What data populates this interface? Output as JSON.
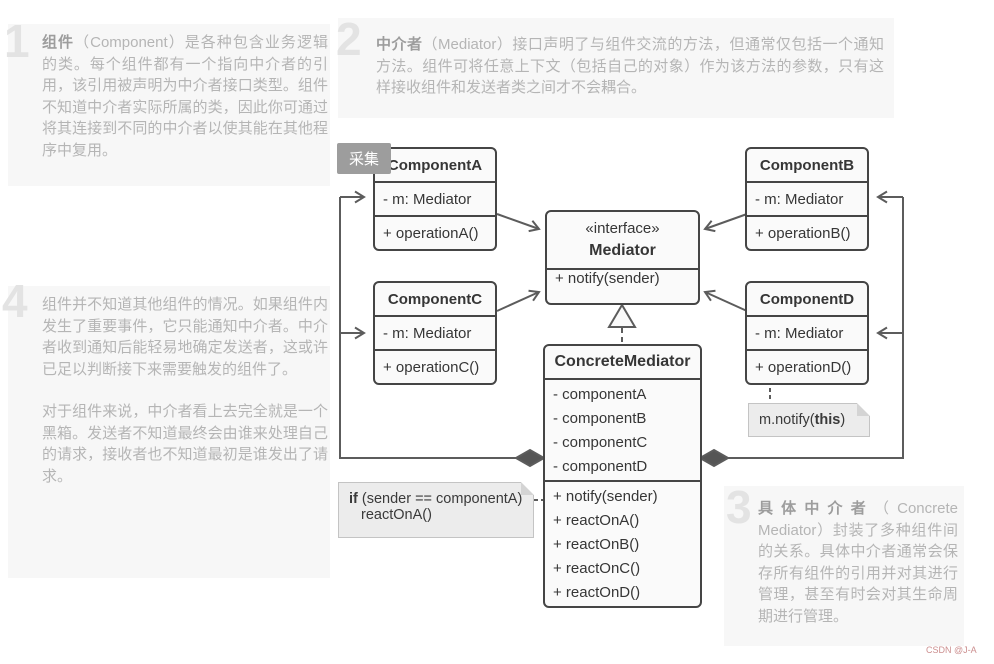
{
  "callouts": {
    "c1": {
      "number": "1",
      "lead": "组件",
      "body": "（Component）是各种包含业务逻辑的类。每个组件都有一个指向中介者的引用，该引用被声明为中介者接口类型。组件不知道中介者实际所属的类，因此你可通过将其连接到不同的中介者以使其能在其他程序中复用。"
    },
    "c2": {
      "number": "2",
      "lead": "中介者",
      "body": "（Mediator）接口声明了与组件交流的方法，但通常仅包括一个通知方法。组件可将任意上下文（包括自己的对象）作为该方法的参数，只有这样接收组件和发送者类之间才不会耦合。"
    },
    "c4": {
      "number": "4",
      "body1": "组件并不知道其他组件的情况。如果组件内发生了重要事件，它只能通知中介者。中介者收到通知后能轻易地确定发送者，这或许已足以判断接下来需要触发的组件了。",
      "body2": "对于组件来说，中介者看上去完全就是一个黑箱。发送者不知道最终会由谁来处理自己的请求，接收者也不知道最初是谁发出了请求。"
    },
    "c3": {
      "number": "3",
      "lead": "具体中介者",
      "body": "（Concrete Mediator）封装了多种组件间的关系。具体中介者通常会保存所有组件的引用并对其进行管理，甚至有时会对其生命周期进行管理。"
    }
  },
  "diagram": {
    "componentA": {
      "name": "ComponentA",
      "field": "- m: Mediator",
      "method": "+ operationA()"
    },
    "componentB": {
      "name": "ComponentB",
      "field": "- m: Mediator",
      "method": "+ operationB()"
    },
    "componentC": {
      "name": "ComponentC",
      "field": "- m: Mediator",
      "method": "+ operationC()"
    },
    "componentD": {
      "name": "ComponentD",
      "field": "- m: Mediator",
      "method": "+ operationD()"
    },
    "mediator": {
      "stereotype": "«interface»",
      "name": "Mediator",
      "method": "+ notify(sender)"
    },
    "concrete": {
      "name": "ConcreteMediator",
      "fields": [
        "- componentA",
        "- componentB",
        "- componentC",
        "- componentD"
      ],
      "methods": [
        "+ notify(sender)",
        "+ reactOnA()",
        "+ reactOnB()",
        "+ reactOnC()",
        "+ reactOnD()"
      ]
    },
    "if_note": {
      "keyword": "if",
      "condition": " (sender == componentA)",
      "body": "reactOnA()"
    },
    "m_note": {
      "pre": "m.notify(",
      "arg": "this",
      "post": ")"
    }
  },
  "capture_tag": "采集",
  "watermark": "CSDN @J-A",
  "colors": {
    "box_border": "#454545",
    "box_fill": "#fafafa",
    "line": "#5c5c5c",
    "note_fill": "#ececec",
    "note_border": "#c4c4c4",
    "callout_bg": "#f7f7f7",
    "callout_text": "#b5b5b5",
    "callout_number": "#e3e3e3",
    "tag_bg": "#9d9d9d",
    "watermark": "#cc8f8f"
  }
}
